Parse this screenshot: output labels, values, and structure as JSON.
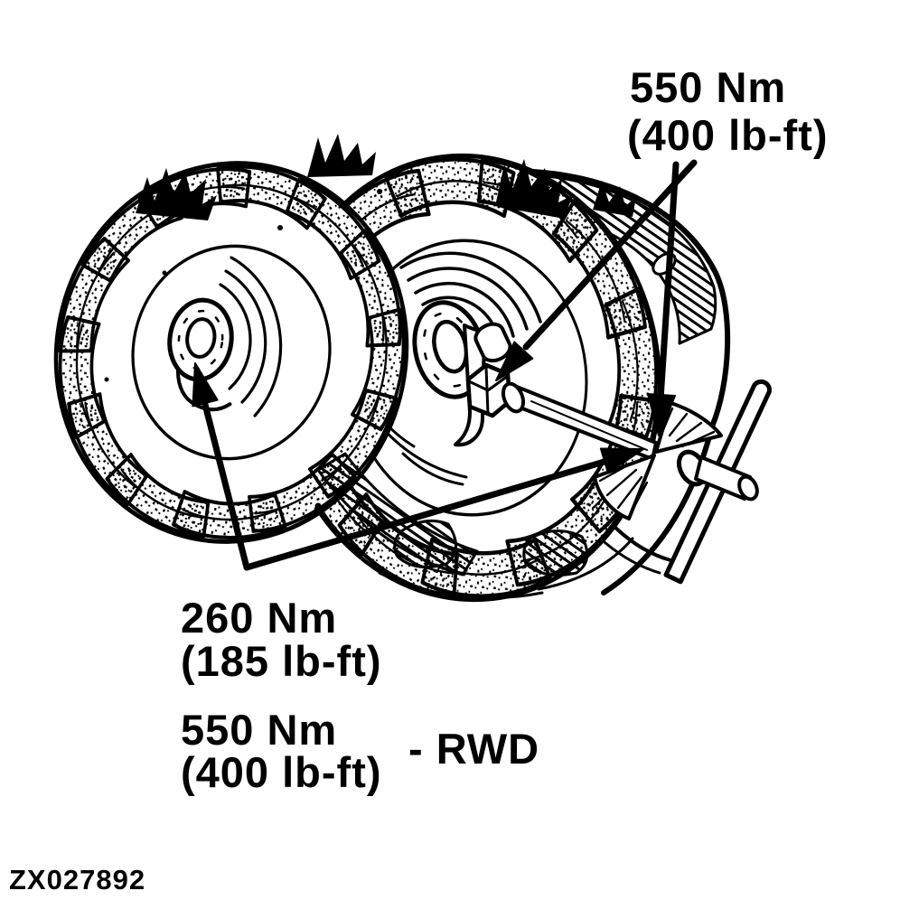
{
  "figure_code": "ZX027892",
  "colors": {
    "ink": "#000000",
    "paper": "#ffffff"
  },
  "callouts": {
    "top": {
      "line1": "550 Nm",
      "line2": "(400 lb-ft)"
    },
    "hub": {
      "line1": "260 Nm",
      "line2": "(185 lb-ft)"
    },
    "hub_rwd": {
      "line1": "550 Nm",
      "line2": "(400 lb-ft)",
      "suffix": "- RWD"
    }
  }
}
